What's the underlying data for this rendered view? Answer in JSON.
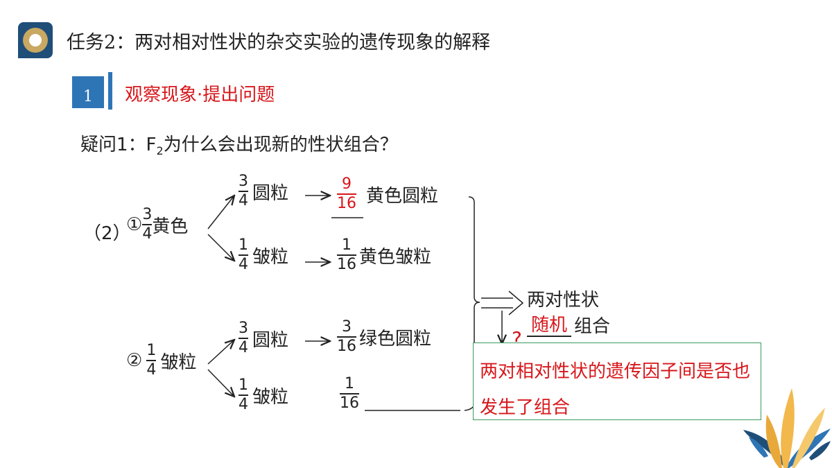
{
  "header": {
    "title": "任务2：两对相对性状的杂交实验的遗传现象的解释"
  },
  "section": {
    "number": "1",
    "title": "观察现象·提出问题"
  },
  "question": {
    "prefix": "疑问1：F",
    "sub": "2",
    "suffix": "为什么会出现新的性状组合？"
  },
  "diagram": {
    "label_2": "（2）",
    "branch1": {
      "marker": "①",
      "num": "3",
      "den": "4",
      "trait": "黄色"
    },
    "branch2": {
      "marker": "②",
      "num": "1",
      "den": "4",
      "trait": "皱粒"
    },
    "sub_a": {
      "num": "3",
      "den": "4",
      "trait": "圆粒"
    },
    "sub_b": {
      "num": "1",
      "den": "4",
      "trait": "皱粒"
    },
    "sub_c": {
      "num": "3",
      "den": "4",
      "trait": "圆粒"
    },
    "sub_d": {
      "num": "1",
      "den": "4",
      "trait": "皱粒"
    },
    "result_a": {
      "num": "9",
      "den": "16",
      "label": "黄色圆粒"
    },
    "result_b": {
      "num": "1",
      "den": "16",
      "label": "黄色皱粒"
    },
    "result_c": {
      "num": "3",
      "den": "16",
      "label": "绿色圆粒"
    },
    "result_d": {
      "num": "1",
      "den": "16",
      "label": ""
    },
    "conclusion_line1": "两对性状",
    "conclusion_random": "随机",
    "conclusion_line2": "组合",
    "question_mark": "?",
    "answer": "两对相对性状的遗传因子间是否也发生了组合"
  }
}
